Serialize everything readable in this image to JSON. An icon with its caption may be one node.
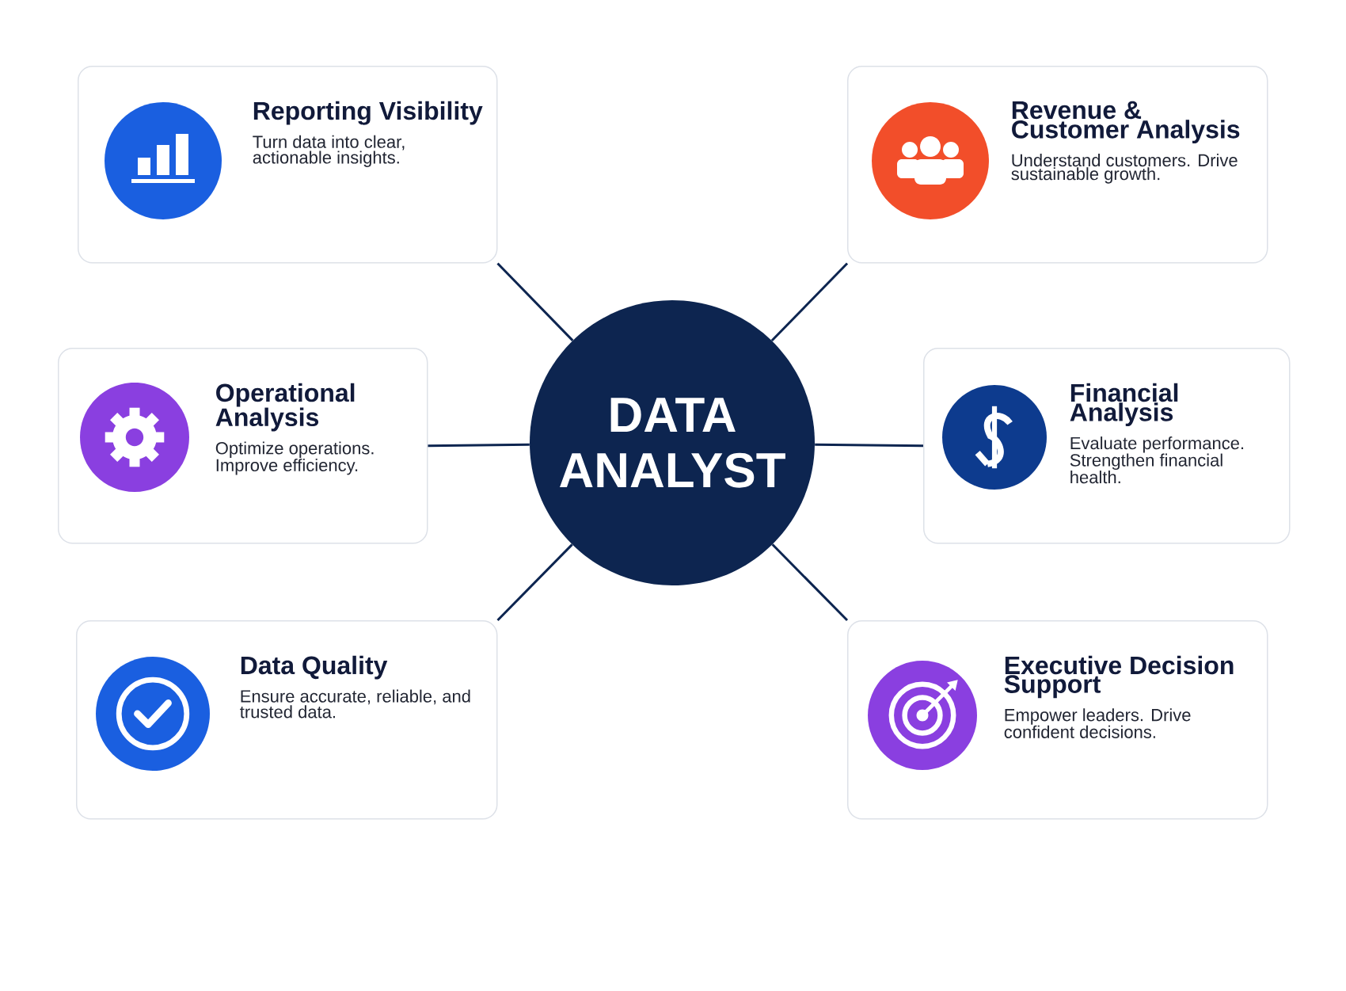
{
  "diagram": {
    "nodes": [
      {
        "text": [
          "DATA ANALYST"
        ]
      },
      {
        "text": [
          "Reporting Visibility",
          "Turn data into clear, actionable insights."
        ]
      },
      {
        "text": [
          "Revenue & Customer Analysis",
          "Understand customers. Drive sustainable growth."
        ]
      },
      {
        "text": [
          "Operational Analysis",
          "Optimize operations. Improve efficiency."
        ]
      },
      {
        "text": [
          "Financial Analysis",
          "Evaluate performance. Strengthen financial health."
        ]
      },
      {
        "text": [
          "Data Quality",
          "Ensure accurate, reliable, and trusted data."
        ]
      },
      {
        "text": [
          "Executive Decision Support",
          "Empower leaders. Drive confident decisions."
        ]
      }
    ],
    "edges": [
      {
        "from": 0,
        "to": 1,
        "arrow": "none"
      },
      {
        "from": 0,
        "to": 2,
        "arrow": "none"
      },
      {
        "from": 0,
        "to": 3,
        "arrow": "none"
      },
      {
        "from": 0,
        "to": 4,
        "arrow": "none"
      },
      {
        "from": 0,
        "to": 5,
        "arrow": "none"
      },
      {
        "from": 0,
        "to": 6,
        "arrow": "none"
      }
    ]
  }
}
